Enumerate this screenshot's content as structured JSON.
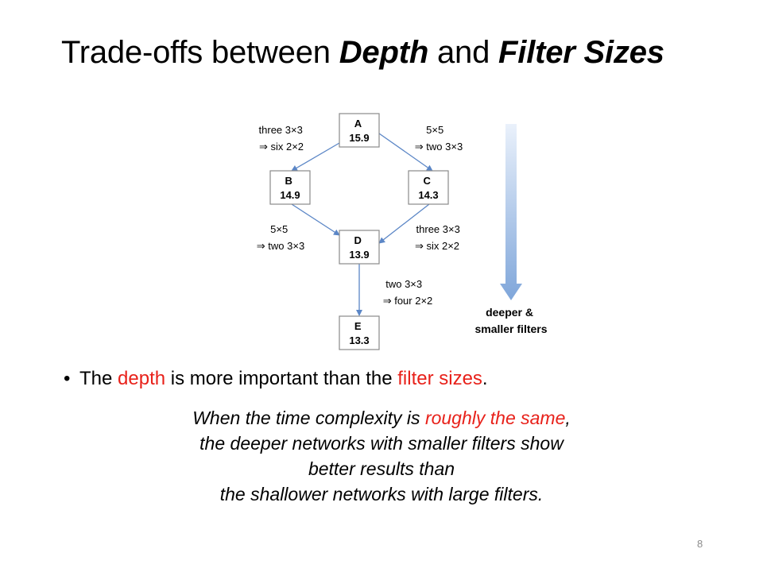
{
  "slide": {
    "title_prefix": "Trade-offs between ",
    "title_depth": "Depth",
    "title_middle": " and ",
    "title_filters": "Filter Sizes",
    "page_number": "8"
  },
  "diagram": {
    "nodes": [
      {
        "id": "A",
        "value": "15.9"
      },
      {
        "id": "B",
        "value": "14.9"
      },
      {
        "id": "C",
        "value": "14.3"
      },
      {
        "id": "D",
        "value": "13.9"
      },
      {
        "id": "E",
        "value": "13.3"
      }
    ],
    "edges": [
      {
        "from": "A",
        "to": "B",
        "line1": "three 3×3",
        "line2": "⇒ six 2×2"
      },
      {
        "from": "A",
        "to": "C",
        "line1": "5×5",
        "line2": "⇒ two 3×3"
      },
      {
        "from": "B",
        "to": "D",
        "line1": "5×5",
        "line2": "⇒ two 3×3"
      },
      {
        "from": "C",
        "to": "D",
        "line1": "three 3×3",
        "line2": "⇒ six 2×2"
      },
      {
        "from": "D",
        "to": "E",
        "line1": "two 3×3",
        "line2": "⇒ four 2×2"
      }
    ],
    "big_arrow_line1": "deeper &",
    "big_arrow_line2": "smaller filters",
    "colors": {
      "arrow": "#5b86c6",
      "big_arrow_top": "#eaf1fb",
      "big_arrow_bottom": "#7fa6da"
    }
  },
  "bullet": {
    "part1": "The ",
    "depth": "depth",
    "part2": " is more important than the ",
    "filter_sizes": "filter sizes",
    "part3": ".",
    "highlight_color": "#e8211a"
  },
  "explanation": {
    "line1_a": "When the time complexity is ",
    "line1_highlight": "roughly the same",
    "line1_b": ",",
    "line2": "the deeper networks with smaller filters show",
    "line3": "better results than",
    "line4": "the shallower networks with large filters."
  }
}
